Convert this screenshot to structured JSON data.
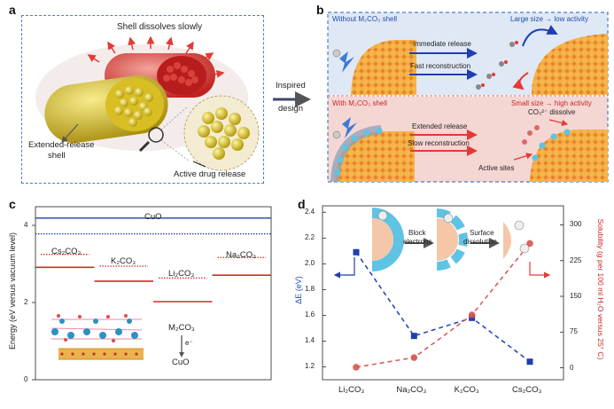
{
  "panel_a": {
    "letter": "a",
    "shell_dissolves": "Shell dissolves slowly",
    "extended_release": "Extended-release",
    "shell": "shell",
    "active_release": "Active drug release"
  },
  "middle": {
    "inspired": "Inspired",
    "design": "design"
  },
  "panel_b": {
    "letter": "b",
    "top_left": "Without M₂CO₃ shell",
    "top_right": "Large size → low activity",
    "immediate": "Immediate release",
    "fast": "Fast reconstruction",
    "bottom_left": "With M₂CO₃ shell",
    "bottom_right": "Small size → high activity",
    "co3": "CO₃²⁻ dissolve",
    "extended": "Extended release",
    "slow": "Slow reconstruction",
    "active_sites": "Active sites"
  },
  "panel_c": {
    "letter": "c",
    "ylabel": "Energy (eV versus vacuum level)",
    "ticks": [
      "4",
      "2",
      "0"
    ],
    "cuo": "CuO",
    "cs2co3": "Cs₂CO₃",
    "k2co3": "K₂CO₃",
    "li2co3": "Li₂CO₃",
    "na2co3": "Na₂CO₃",
    "m2co3": "M₂CO₃",
    "electron": "e⁻",
    "cuo_bottom": "CuO"
  },
  "panel_d": {
    "letter": "d",
    "ylabel_left": "ΔE (eV)",
    "ylabel_right": "Solubility (g per 100 ml H₂O versus 25° C)",
    "block": "Block",
    "electrons": "electrons",
    "surface": "Surface",
    "dissolution": "dissolution",
    "left_ticks": [
      "2.4",
      "2.2",
      "2.0",
      "1.8",
      "1.6",
      "1.4",
      "1.2"
    ],
    "right_ticks": [
      "300",
      "225",
      "150",
      "75",
      "0"
    ],
    "categories": [
      "Li₂CO₃",
      "Na₂CO₃",
      "K₂CO₃",
      "Cs₂CO₃"
    ]
  },
  "chart_data": [
    {
      "type": "line",
      "title": "",
      "xlabel": "",
      "ylabel": "ΔE (eV)",
      "categories": [
        "Li₂CO₃",
        "Na₂CO₃",
        "K₂CO₃",
        "Cs₂CO₃"
      ],
      "ylim": [
        1.1,
        2.45
      ],
      "y2lim": [
        -25,
        340
      ],
      "series": [
        {
          "axis": "left",
          "values": [
            2.09,
            1.44,
            1.58,
            1.24
          ],
          "color": "#1f3fb0"
        },
        {
          "axis": "right",
          "values": [
            1.3,
            21.5,
            111,
            261
          ],
          "color": "#d9534f"
        }
      ]
    },
    {
      "type": "bar",
      "title": "",
      "ylabel": "Energy (eV versus vacuum level)",
      "ylim": [
        0,
        4.3
      ],
      "cuo": {
        "solid": 4.1,
        "dotted": 3.7
      },
      "levels": [
        {
          "name": "Cs₂CO₃",
          "solid": 2.85,
          "dotted": 3.18
        },
        {
          "name": "K₂CO₃",
          "solid": 2.5,
          "dotted": 2.88
        },
        {
          "name": "Li₂CO₃",
          "solid": 1.98,
          "dotted": 2.58
        },
        {
          "name": "Na₂CO₃",
          "solid": 2.65,
          "dotted": 3.1
        }
      ]
    }
  ]
}
